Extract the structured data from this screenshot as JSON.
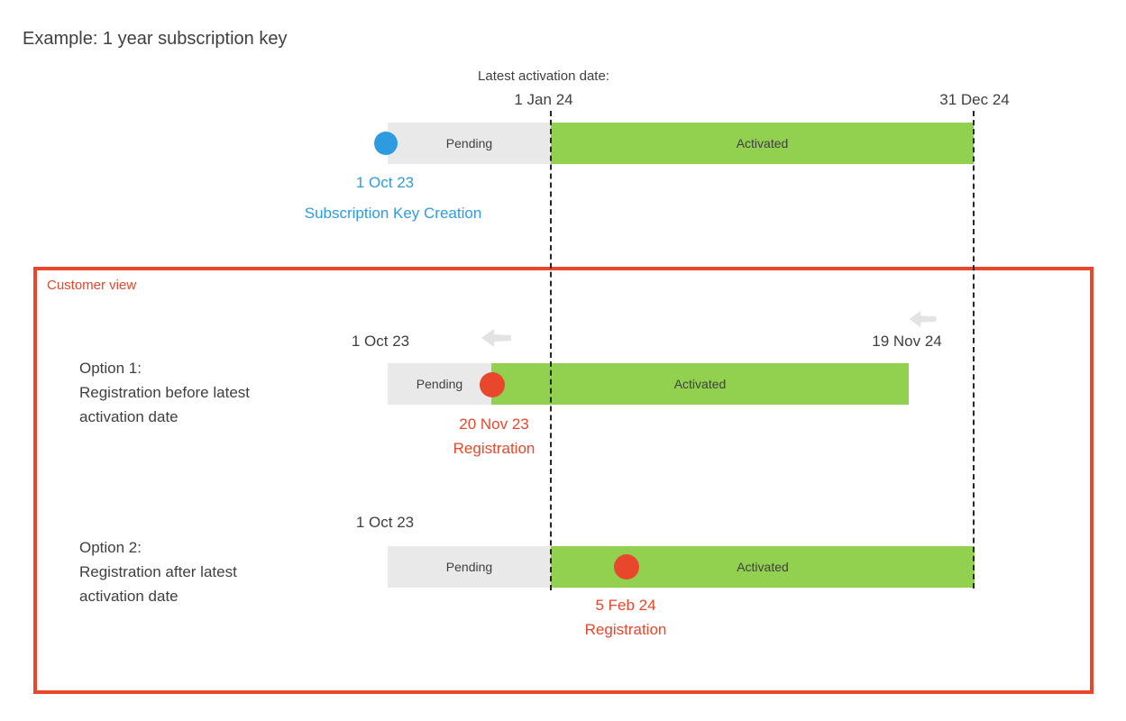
{
  "title": "Example: 1 year subscription key",
  "colors": {
    "green": "#92d050",
    "gray": "#e9e9e9",
    "blue": "#2e9be0",
    "red": "#e8472b",
    "text": "#3f3f3f",
    "arrow": "#e3e3e3"
  },
  "header": {
    "latest_activation_label": "Latest activation date:",
    "latest_activation_date": "1 Jan 24",
    "expiry_date": "31 Dec 24"
  },
  "key_row": {
    "pending_label": "Pending",
    "activated_label": "Activated",
    "creation_date": "1 Oct 23",
    "creation_label": "Subscription Key Creation"
  },
  "customer_view": {
    "label": "Customer view",
    "options": [
      {
        "name": "Option 1:",
        "description_line1": "Registration before latest",
        "description_line2": "activation date",
        "start_date": "1 Oct 23",
        "end_date": "19 Nov 24",
        "pending_label": "Pending",
        "activated_label": "Activated",
        "registration_date": "20 Nov 23",
        "registration_label": "Registration"
      },
      {
        "name": "Option 2:",
        "description_line1": "Registration after latest",
        "description_line2": "activation date",
        "start_date": "1 Oct 23",
        "pending_label": "Pending",
        "activated_label": "Activated",
        "registration_date": "5 Feb 24",
        "registration_label": "Registration"
      }
    ]
  }
}
